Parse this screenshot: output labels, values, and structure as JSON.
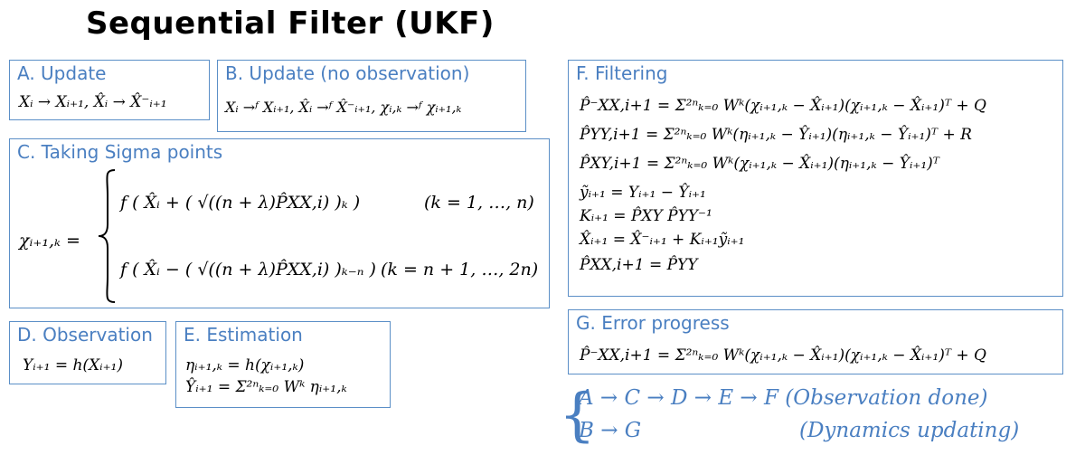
{
  "title": "Sequential Filter (UKF)",
  "boxes": {
    "a": {
      "title": "A. Update",
      "eq": "Xᵢ → Xᵢ₊₁, X̂ᵢ → X̂⁻ᵢ₊₁"
    },
    "b": {
      "title": "B. Update (no observation)",
      "eq": "Xᵢ →ᶠ Xᵢ₊₁, X̂ᵢ →ᶠ X̂⁻ᵢ₊₁, χᵢ,ₖ →ᶠ χᵢ₊₁,ₖ"
    },
    "c": {
      "title": "C. Taking Sigma points",
      "lhs": "χᵢ₊₁,ₖ =",
      "row1": "f ( X̂ᵢ + ( √((n + λ)P̂XX,i) )ₖ )",
      "row1_cond": "(k = 1, …, n)",
      "row2": "f ( X̂ᵢ − ( √((n + λ)P̂XX,i) )ₖ₋ₙ )",
      "row2_cond": "(k = n + 1, …, 2n)"
    },
    "d": {
      "title": "D. Observation",
      "eq": "Yᵢ₊₁ = h(Xᵢ₊₁)"
    },
    "e": {
      "title": "E. Estimation",
      "eq1": "ηᵢ₊₁,ₖ = h(χᵢ₊₁,ₖ)",
      "eq2": "Ŷᵢ₊₁ = Σ²ⁿₖ₌₀ Wᵏ ηᵢ₊₁,ₖ"
    },
    "f": {
      "title": "F. Filtering",
      "eqs": [
        "P̂⁻XX,i+1 = Σ²ⁿₖ₌₀ Wᵏ(χᵢ₊₁,ₖ − X̂ᵢ₊₁)(χᵢ₊₁,ₖ − X̂ᵢ₊₁)ᵀ + Q",
        "P̂YY,i+1 = Σ²ⁿₖ₌₀ Wᵏ(ηᵢ₊₁,ₖ − Ŷᵢ₊₁)(ηᵢ₊₁,ₖ − Ŷᵢ₊₁)ᵀ + R",
        "P̂XY,i+1 = Σ²ⁿₖ₌₀ Wᵏ(χᵢ₊₁,ₖ − X̂ᵢ₊₁)(ηᵢ₊₁,ₖ − Ŷᵢ₊₁)ᵀ",
        "ỹᵢ₊₁ = Yᵢ₊₁ − Ŷᵢ₊₁",
        "Kᵢ₊₁ = P̂XY P̂YY⁻¹",
        "X̂ᵢ₊₁ = X̂⁻ᵢ₊₁ + Kᵢ₊₁ỹᵢ₊₁",
        "P̂XX,i+1 = P̂YY"
      ]
    },
    "g": {
      "title": "G. Error progress",
      "eq": "P̂⁻XX,i+1 = Σ²ⁿₖ₌₀ Wᵏ(χᵢ₊₁,ₖ − X̂ᵢ₊₁)(χᵢ₊₁,ₖ − X̂ᵢ₊₁)ᵀ + Q"
    }
  },
  "flow": {
    "brace": "{",
    "line1": "A → C → D → E → F (Observation done)",
    "line2_path": "B → G",
    "line2_label": "(Dynamics updating)",
    "color": "#4a7fc1"
  },
  "colors": {
    "box_border": "#5b8fc7",
    "box_title": "#4a7fc1"
  }
}
